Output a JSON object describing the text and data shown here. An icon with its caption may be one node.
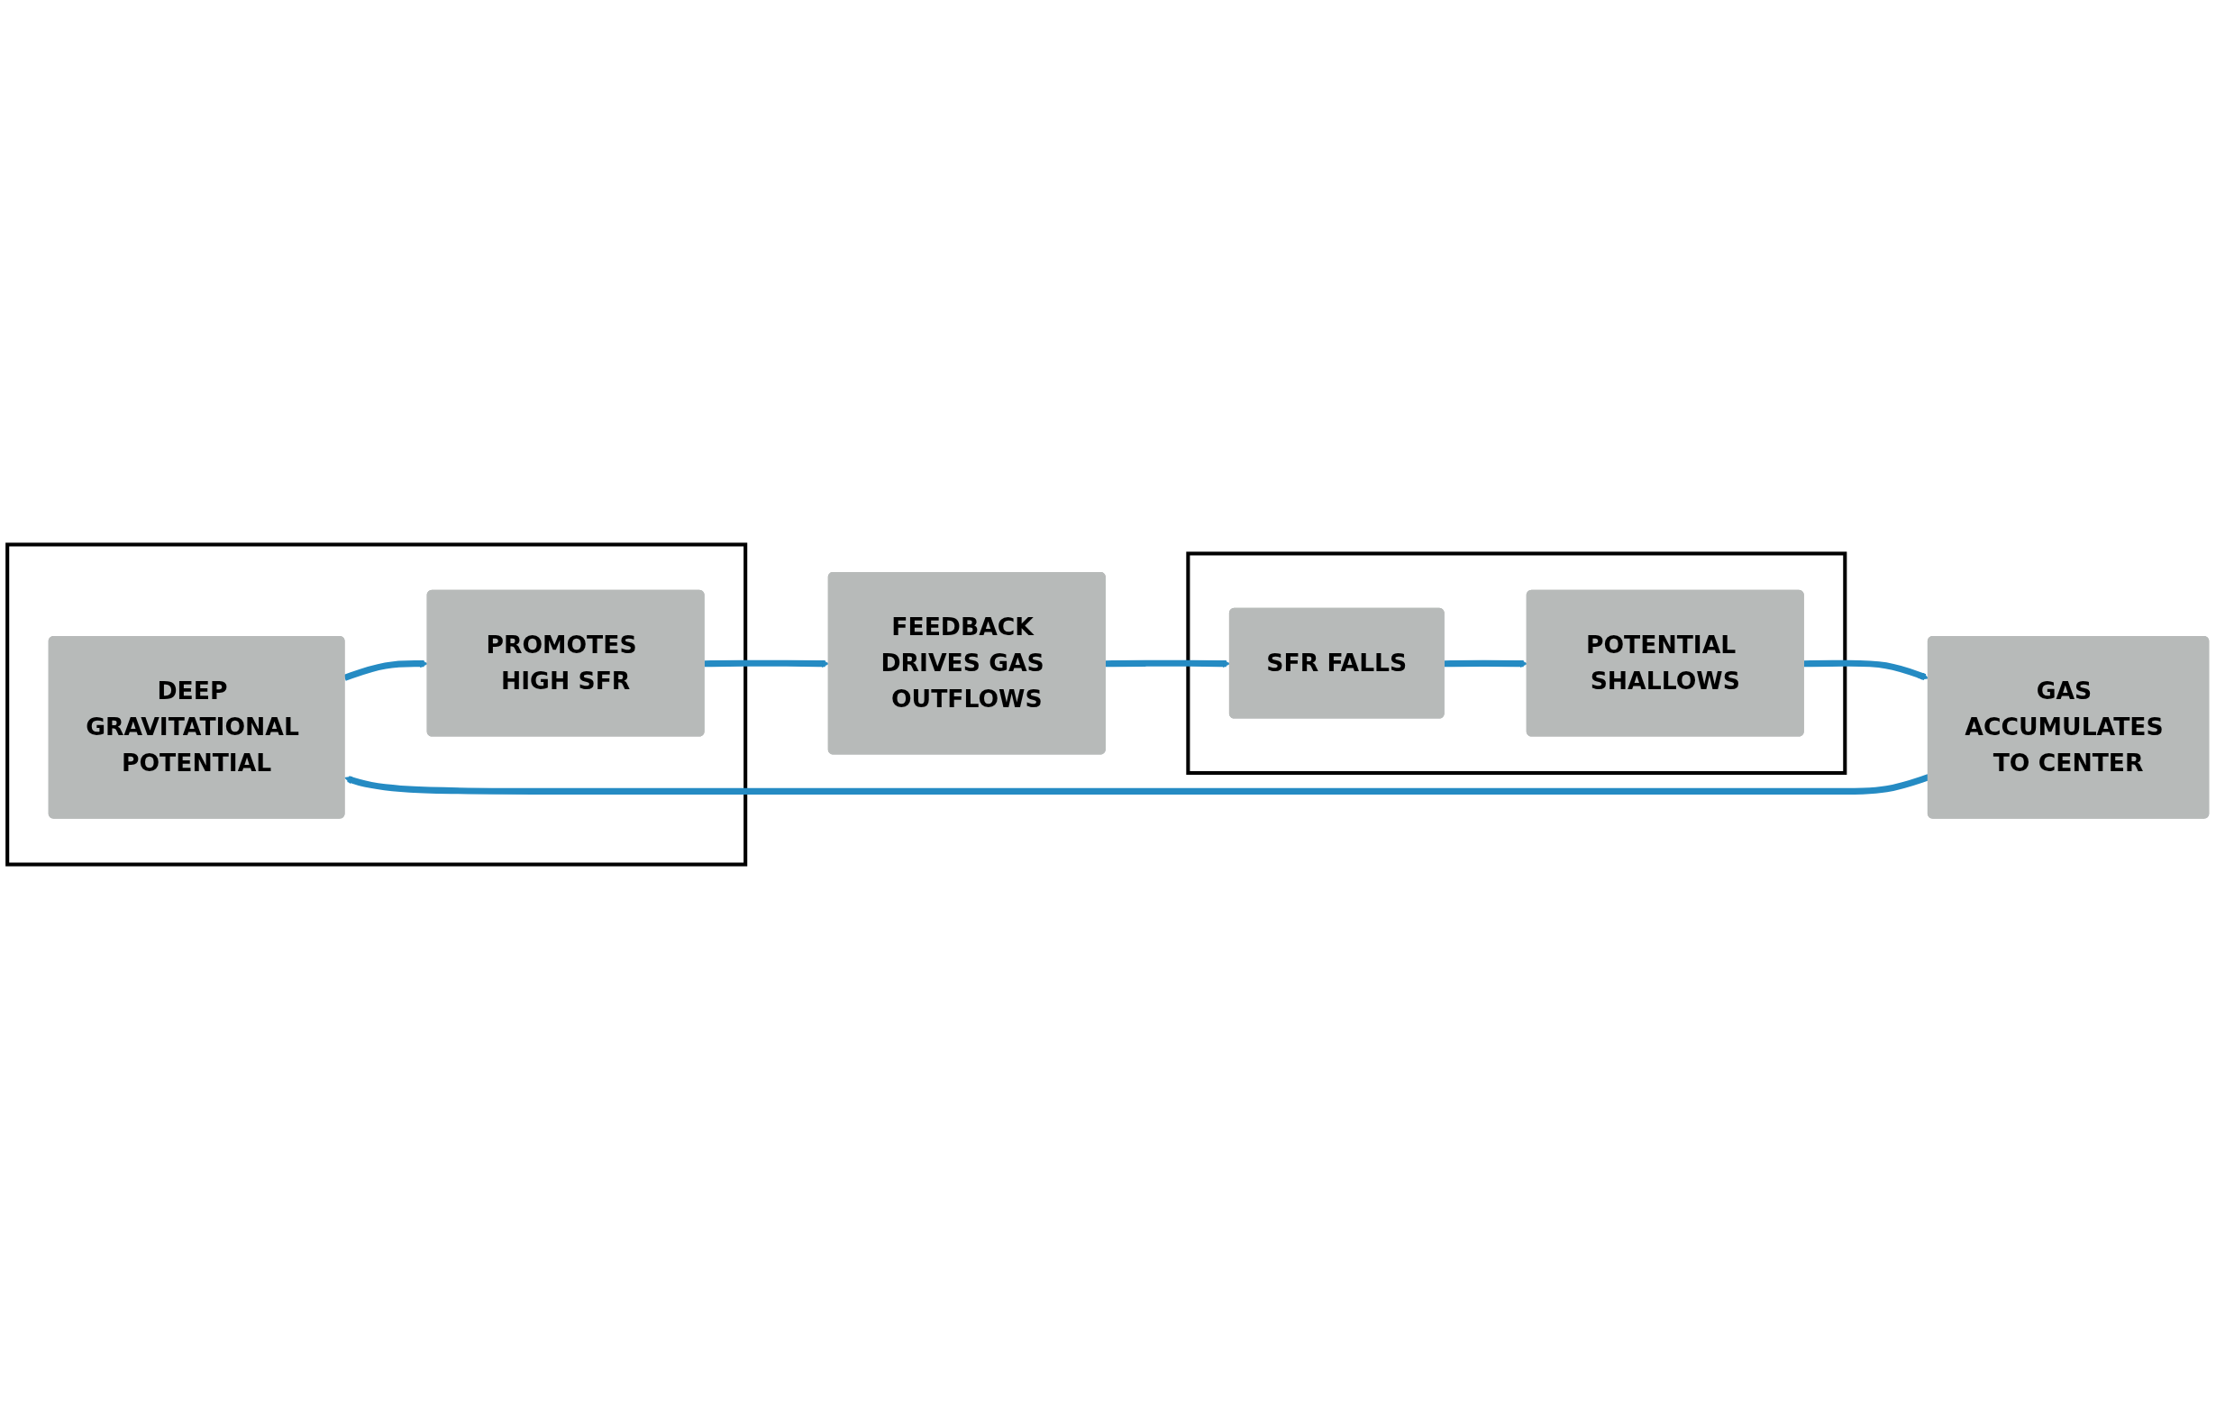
{
  "diagram": {
    "nodes": [
      {
        "text": [],
        "shape": "box"
      },
      {
        "text": [
          "DEEP GRAVITATIONAL POTENTIAL"
        ],
        "in": 0
      },
      {
        "text": [
          "PROMOTES HIGH SFR"
        ],
        "in": 0
      },
      {
        "text": [
          "FEEDBACK DRIVES GAS OUTFLOWS"
        ]
      },
      {
        "text": [
          "GAS ACCUMULATES TO CENTER"
        ]
      },
      {
        "text": [],
        "shape": "box"
      },
      {
        "text": [
          "POTENTIAL SHALLOWS"
        ],
        "in": 5
      },
      {
        "text": [
          "SFR FALLS"
        ],
        "in": 5
      }
    ],
    "edges": [
      {
        "from": 1,
        "to": 2,
        "arrow": "to"
      },
      {
        "from": 2,
        "to": 3,
        "arrow": "to"
      },
      {
        "from": 3,
        "to": 7,
        "arrow": "to"
      },
      {
        "from": 7,
        "to": 6,
        "arrow": "to"
      },
      {
        "from": 6,
        "to": 4,
        "arrow": "to"
      },
      {
        "from": 4,
        "to": 1,
        "arrow": "to"
      }
    ]
  }
}
